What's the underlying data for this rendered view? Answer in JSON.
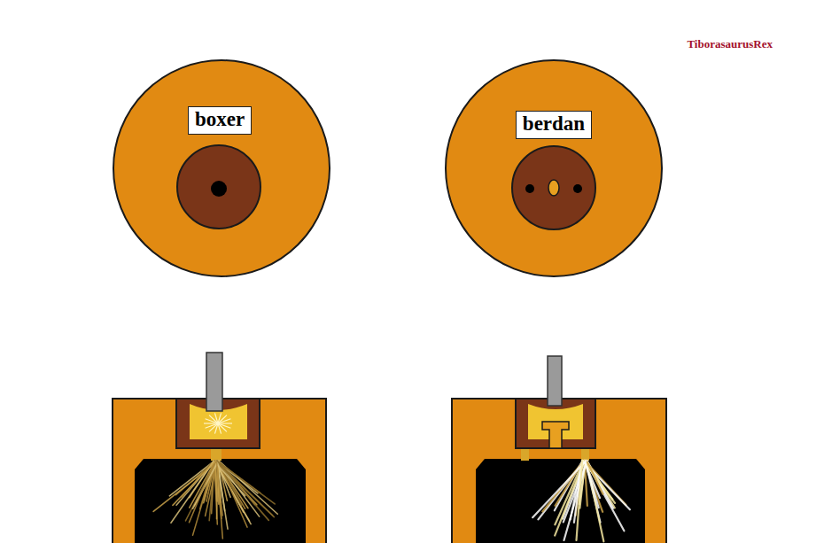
{
  "diagram": {
    "nodes": [
      {
        "text": [
          "boxer"
        ]
      },
      {
        "text": [
          "berdan"
        ]
      }
    ],
    "labels": [
      "TiborasaurusRex"
    ]
  }
}
